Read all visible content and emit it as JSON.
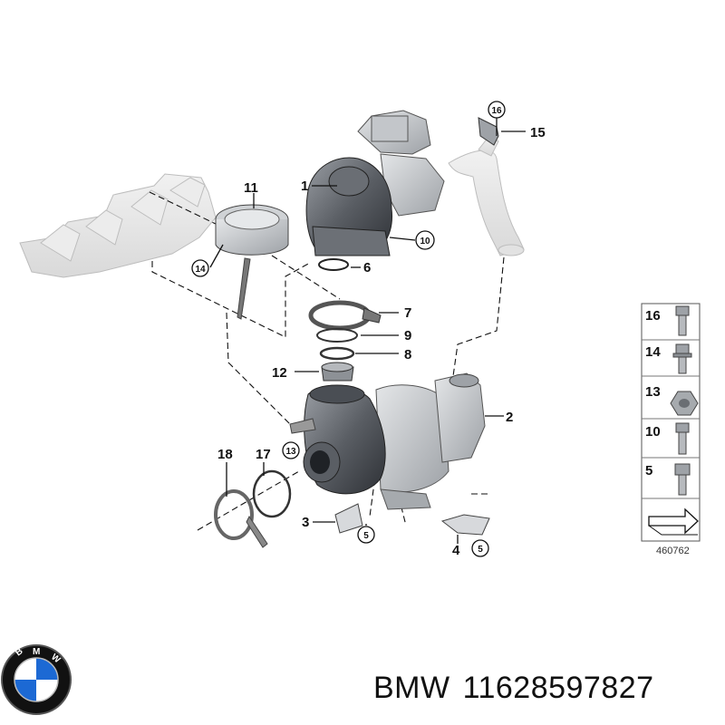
{
  "callouts": {
    "c1": "1",
    "c2": "2",
    "c3": "3",
    "c4": "4",
    "c5a": "5",
    "c5b": "5",
    "c6": "6",
    "c7": "7",
    "c8": "8",
    "c9": "9",
    "c10": "10",
    "c11": "11",
    "c12": "12",
    "c13": "13",
    "c14": "14",
    "c15": "15",
    "c16": "16",
    "c17": "17",
    "c18": "18"
  },
  "legend": {
    "items": [
      "16",
      "14",
      "13",
      "10",
      "5"
    ],
    "ref_number": "460762"
  },
  "caption": {
    "brand": "BMW",
    "part_number": "11628597827"
  },
  "logo": {
    "letters": "BMW",
    "colors": {
      "blue": "#1c69d4",
      "white": "#ffffff",
      "black": "#111111"
    }
  },
  "colors": {
    "part_dark": "#55595f",
    "part_mid": "#8a8e94",
    "part_light": "#c9ccd0",
    "ghost": "#e6e6e6",
    "line": "#111111"
  }
}
